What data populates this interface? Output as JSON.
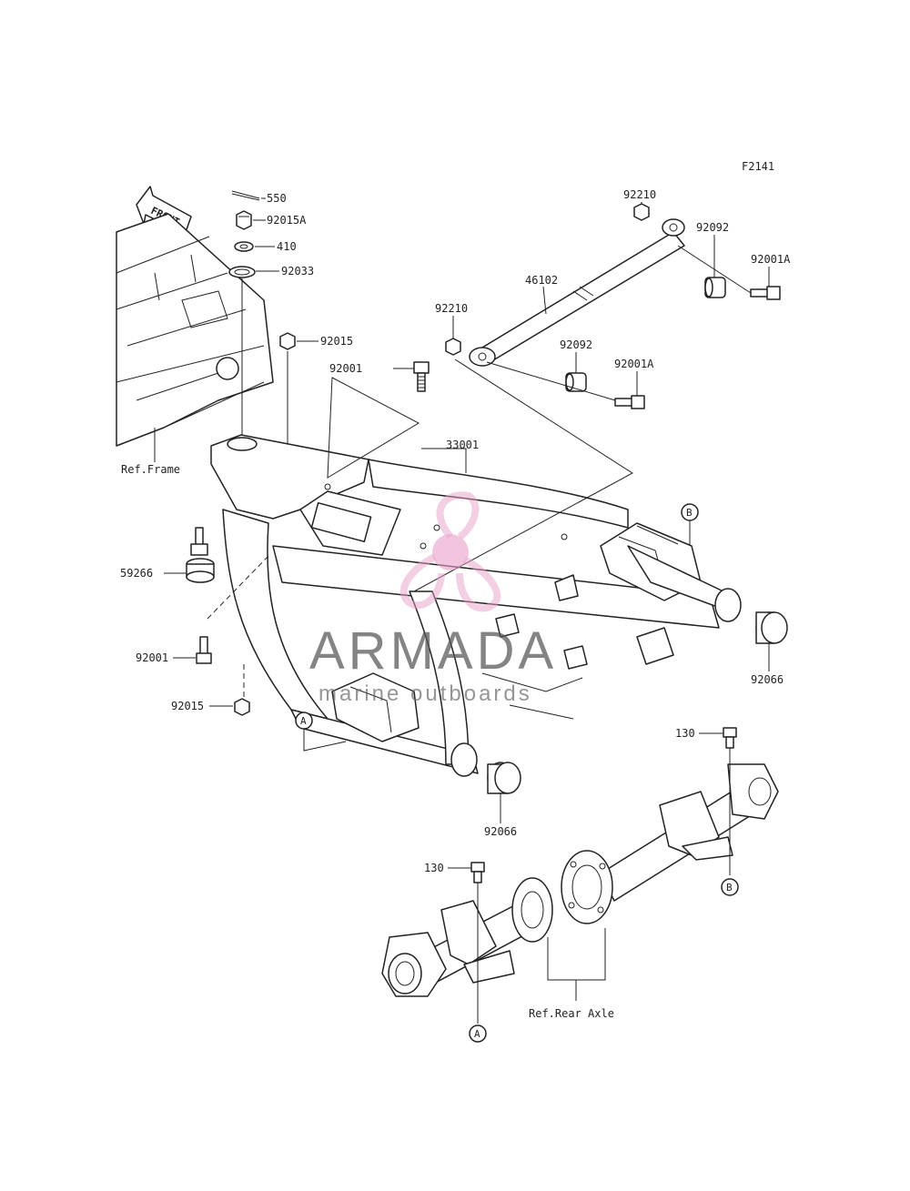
{
  "diagram_code": "F2141",
  "front_label": "FRONT",
  "ref_frame": "Ref.Frame",
  "ref_rear_axle": "Ref.Rear Axle",
  "callout_a": "A",
  "callout_b": "B",
  "parts": {
    "p550": "550",
    "p92015A": "92015A",
    "p410": "410",
    "p92033": "92033",
    "p92015_top": "92015",
    "p92001_top": "92001",
    "p33001": "33001",
    "p59266": "59266",
    "p92001_left": "92001",
    "p92015_left": "92015",
    "p92210_top": "92210",
    "p92092_top": "92092",
    "p92001A_top": "92001A",
    "p46102": "46102",
    "p92210_mid": "92210",
    "p92092_mid": "92092",
    "p92001A_mid": "92001A",
    "p92066_right": "92066",
    "p92066_bottom": "92066",
    "p130_right": "130",
    "p130_left": "130"
  },
  "watermark": {
    "brand": "ARMADA",
    "tagline": "marine outboards",
    "accent_color": "#e8a0c8",
    "text_color": "#555555"
  }
}
